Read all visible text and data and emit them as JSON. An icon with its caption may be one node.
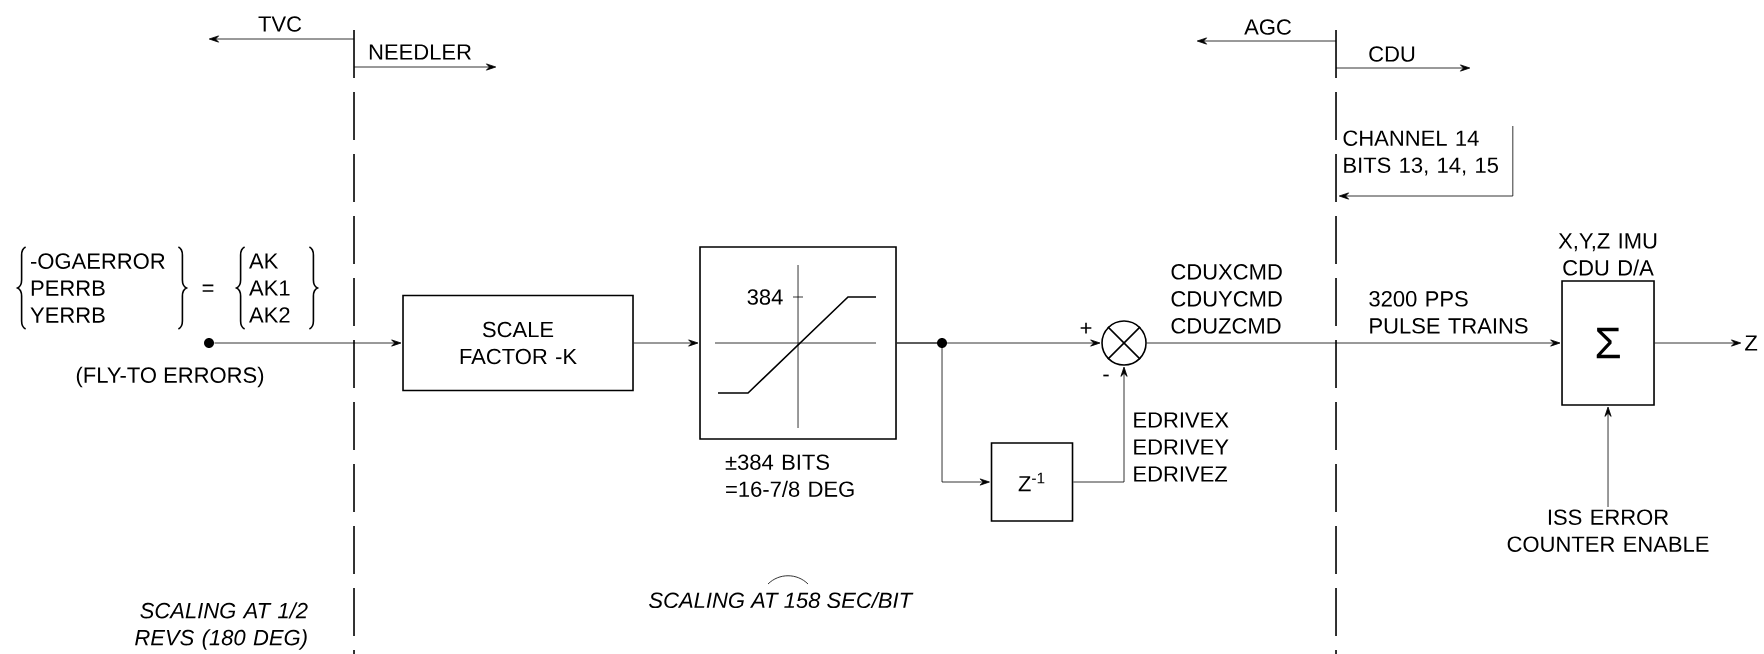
{
  "diagram": {
    "nodes": [
      {
        "text": [],
        "shape": "circle"
      },
      {
        "text": [
          "SCALE FACTOR -K"
        ]
      },
      {
        "text": [
          "384"
        ],
        "beside": [
          "±384 BITS =16-7/8 DEG"
        ]
      },
      {
        "text": [],
        "shape": "circle"
      },
      {
        "text": [
          "Z$^{-1}$"
        ]
      },
      {
        "text": [
          "Σ"
        ],
        "beside": [
          "X,Y,Z IMU CDU D/A"
        ]
      },
      {
        "text": [
          "Z"
        ]
      },
      {
        "text": [
          "ISS ERROR COUNTER ENABLE"
        ]
      },
      {
        "text": [
          "CHANNEL 14 BITS 13, 14, 15"
        ]
      }
    ],
    "edges": [
      {
        "from": 0,
        "to": 1,
        "arrow": "to"
      },
      {
        "from": 1,
        "to": 2,
        "arrow": "to"
      },
      {
        "from": 2,
        "to": 3,
        "arrow": "to"
      },
      {
        "from": 2,
        "to": 4,
        "arrow": "to"
      },
      {
        "from": 4,
        "to": 3,
        "arrow": "to",
        "label": "EDRIVEX EDRIVEY EDRIVEZ"
      },
      {
        "from": 3,
        "to": 5,
        "arrow": "to",
        "label": "CDUXCMD CDUYCMD CDUZCMD"
      },
      {
        "from": 5,
        "to": 6,
        "arrow": "to"
      },
      {
        "from": 7,
        "to": 5,
        "arrow": "to"
      },
      {
        "from": 8,
        "to": null,
        "arrow": "to"
      }
    ],
    "labels": [
      "TVC",
      "NEEDLER",
      "AGC",
      "CDU",
      "-OGAERROR PERRB YERRB",
      "=",
      "AK AK1 AK2",
      "(FLY-TO ERRORS)",
      "+",
      "-",
      "3200 PPS PULSE TRAINS",
      "SCALING AT 1/2 REVS (180 DEG)",
      "SCALING AT 158 SEC/BIT"
    ]
  }
}
